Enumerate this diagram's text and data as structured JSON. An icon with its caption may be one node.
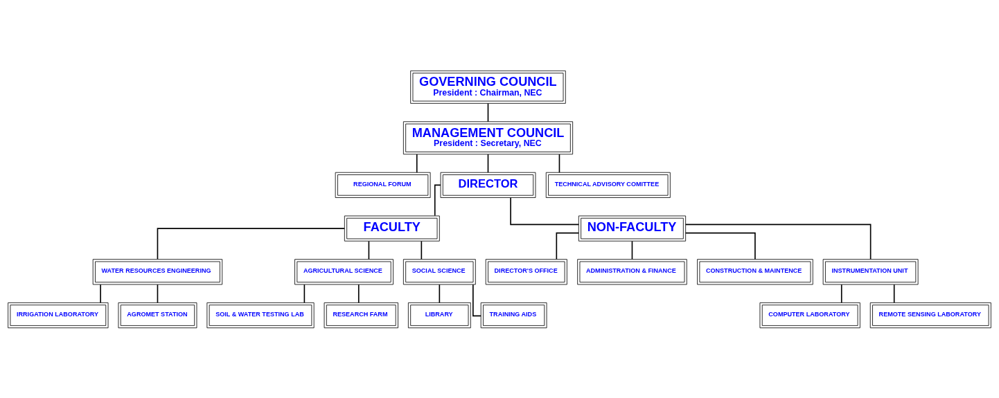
{
  "diagram": {
    "nodes": [
      {
        "text": [
          "GOVERNING COUNCIL",
          "President : Chairman, NEC"
        ]
      },
      {
        "text": [
          "MANAGEMENT COUNCIL",
          "President : Secretary, NEC"
        ]
      },
      {
        "text": [
          "REGIONAL FORUM"
        ]
      },
      {
        "text": [
          "DIRECTOR"
        ]
      },
      {
        "text": [
          "TECHNICAL ADVISORY COMITTEE"
        ]
      },
      {
        "text": [
          "FACULTY"
        ]
      },
      {
        "text": [
          "NON-FACULTY"
        ]
      },
      {
        "text": [
          "WATER RESOURCES ENGINEERING"
        ]
      },
      {
        "text": [
          "AGRICULTURAL SCIENCE"
        ]
      },
      {
        "text": [
          "SOCIAL SCIENCE"
        ]
      },
      {
        "text": [
          "DIRECTOR'S OFFICE"
        ]
      },
      {
        "text": [
          "ADMINISTRATION & FINANCE"
        ]
      },
      {
        "text": [
          "CONSTRUCTION & MAINTENCE"
        ]
      },
      {
        "text": [
          "INSTRUMENTATION UNIT"
        ]
      },
      {
        "text": [
          "IRRIGATION LABORATORY"
        ]
      },
      {
        "text": [
          "AGROMET STATION"
        ]
      },
      {
        "text": [
          "SOIL & WATER TESTING LAB"
        ]
      },
      {
        "text": [
          "RESEARCH FARM"
        ]
      },
      {
        "text": [
          "LIBRARY"
        ]
      },
      {
        "text": [
          "TRAINING AIDS"
        ]
      },
      {
        "text": [
          "COMPUTER LABORATORY"
        ]
      },
      {
        "text": [
          "REMOTE SENSING LABORATORY"
        ]
      }
    ],
    "edges": [
      {
        "from": 0,
        "to": 1,
        "arrow": "none"
      },
      {
        "from": 1,
        "to": 2,
        "arrow": "none"
      },
      {
        "from": 1,
        "to": 3,
        "arrow": "none"
      },
      {
        "from": 1,
        "to": 4,
        "arrow": "none"
      },
      {
        "from": 3,
        "to": 5,
        "arrow": "none"
      },
      {
        "from": 3,
        "to": 6,
        "arrow": "none"
      },
      {
        "from": 5,
        "to": 7,
        "arrow": "none"
      },
      {
        "from": 5,
        "to": 8,
        "arrow": "none"
      },
      {
        "from": 5,
        "to": 9,
        "arrow": "none"
      },
      {
        "from": 6,
        "to": 10,
        "arrow": "none"
      },
      {
        "from": 6,
        "to": 11,
        "arrow": "none"
      },
      {
        "from": 6,
        "to": 12,
        "arrow": "none"
      },
      {
        "from": 6,
        "to": 13,
        "arrow": "none"
      },
      {
        "from": 7,
        "to": 14,
        "arrow": "none"
      },
      {
        "from": 7,
        "to": 15,
        "arrow": "none"
      },
      {
        "from": 8,
        "to": 16,
        "arrow": "none"
      },
      {
        "from": 8,
        "to": 17,
        "arrow": "none"
      },
      {
        "from": 9,
        "to": 18,
        "arrow": "none"
      },
      {
        "from": 9,
        "to": 19,
        "arrow": "none"
      },
      {
        "from": 13,
        "to": 20,
        "arrow": "none"
      },
      {
        "from": 13,
        "to": 21,
        "arrow": "none"
      }
    ]
  }
}
